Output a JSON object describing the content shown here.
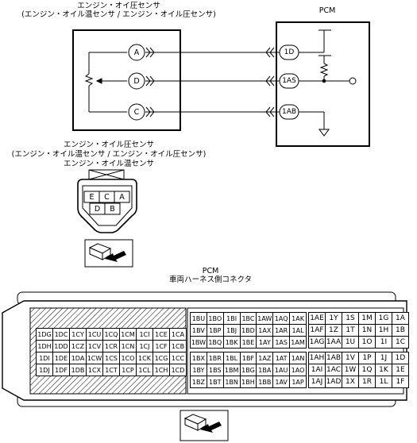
{
  "sensor": {
    "title": "エンジン・オイ圧センサ",
    "subtitle": "(エンジン・オイル温センサ / エンジン・オイル圧センサ)",
    "pins": [
      "A",
      "D",
      "C"
    ]
  },
  "pcm": {
    "title": "PCM",
    "pins": [
      "1D",
      "1AS",
      "1AB"
    ]
  },
  "connector_view": {
    "line1": "エンジン・オイル圧センサ",
    "line2": "(エンジン・オイル温センサ / エンジン・オイル圧センサ)",
    "line3": "エンジン・オイル温センサ",
    "top_row": [
      "E",
      "C",
      "A"
    ],
    "bottom_row": [
      "D",
      "B"
    ]
  },
  "harness": {
    "title": "PCM",
    "subtitle": "車両ハーネス側コネクタ",
    "left_block": [
      [
        "1DG",
        "1DC",
        "1CY",
        "1CU",
        "1CQ",
        "1CM",
        "1CI",
        "1CE",
        "1CA"
      ],
      [
        "1DH",
        "1DD",
        "1CZ",
        "1CV",
        "1CR",
        "1CN",
        "1CJ",
        "1CF",
        "1CB"
      ],
      [
        "1DI",
        "1DE",
        "1DA",
        "1CW",
        "1CS",
        "1CO",
        "1CK",
        "1CG",
        "1CC"
      ],
      [
        "1DJ",
        "1DF",
        "1DB",
        "1CX",
        "1CT",
        "1CP",
        "1CL",
        "1CH",
        "1CD"
      ]
    ],
    "mid_upper": [
      [
        "1BU",
        "1BO",
        "1BI",
        "1BC",
        "1AW",
        "1AQ",
        "1AK"
      ],
      [
        "1BV",
        "1BP",
        "1BJ",
        "1BD",
        "1AX",
        "1AR",
        "1AL"
      ],
      [
        "1BW",
        "1BQ",
        "1BK",
        "1BE",
        "1AY",
        "1AS",
        "1AM"
      ]
    ],
    "mid_lower": [
      [
        "1BX",
        "1BR",
        "1BL",
        "1BF",
        "1AZ",
        "1AT",
        "1AN"
      ],
      [
        "1BY",
        "1BS",
        "1BM",
        "1BG",
        "1BA",
        "1AU",
        "1AO"
      ],
      [
        "1BZ",
        "1BT",
        "1BN",
        "1BH",
        "1BB",
        "1AV",
        "1AP"
      ]
    ],
    "right_upper": [
      [
        "1AE",
        "1Y",
        "1S",
        "1M",
        "1G",
        "1A"
      ],
      [
        "1AF",
        "1Z",
        "1T",
        "1N",
        "1H",
        "1B"
      ],
      [
        "1AG",
        "1AA",
        "1U",
        "1O",
        "1I",
        "1C"
      ]
    ],
    "right_lower": [
      [
        "1AH",
        "1AB",
        "1V",
        "1P",
        "1J",
        "1D"
      ],
      [
        "1AI",
        "1AC",
        "1W",
        "1Q",
        "1K",
        "1E"
      ],
      [
        "1AJ",
        "1AD",
        "1X",
        "1R",
        "1L",
        "1F"
      ]
    ]
  }
}
